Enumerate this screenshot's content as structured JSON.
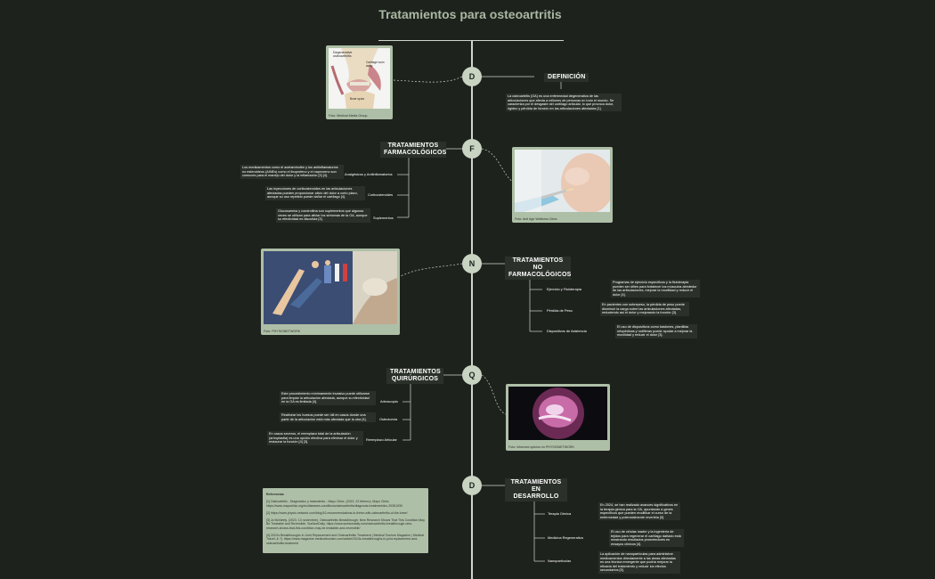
{
  "title": "Tratamientos para osteoartritis",
  "nodes": [
    "D",
    "F",
    "N",
    "Q",
    "D"
  ],
  "definition": {
    "title": "DEFINICIÓN",
    "text": "La osteoartritis (OA) es una enfermedad degenerativa de las articulaciones que afecta a millones de personas en todo el mundo. Se caracteriza por el desgaste del cartílago articular, lo que provoca dolor, rigidez y pérdida de función en las articulaciones afectadas [1].",
    "photo_caption": "Foto: Medical Media Group.",
    "photo_labels": [
      "Degenerative osteoarthritis",
      "Cartilage worn away",
      "Bone spurs"
    ]
  },
  "pharma": {
    "title": "TRATAMIENTOS FARMACOLÓGICOS",
    "items": [
      {
        "label": "Analgésicos y Antiinflamatorios",
        "text": "Los medicamentos como el acetaminofén y los antiinflamatorios no esteroideos (AINEs) como el ibuprofeno y el naproxeno son comunes para el manejo del dolor y la inflamación [3] [4]."
      },
      {
        "label": "Corticosteroides",
        "text": "Las inyecciones de corticosteroides en las articulaciones afectadas pueden proporcionar alivio del dolor a corto plazo, aunque su uso repetido puede dañar el cartílago [4]."
      },
      {
        "label": "Suplementos",
        "text": "Glucosamina y condroitina son suplementos que algunas veces se utilizan para aliviar los síntomas de la OA, aunque su efectividad es discutida [3]."
      }
    ],
    "photo_caption": "Foto: Anti Age Wellness Clinic"
  },
  "nonpharma": {
    "title": "TRATAMIENTOS NO FARMACOLÓGICOS",
    "items": [
      {
        "label": "Ejercicio y Fisioterapia",
        "text": "Programas de ejercicio específicos y la fisioterapia pueden ser útiles para fortalecer los músculos alrededor de las articulaciones, mejorar la movilidad y reducir el dolor [4]."
      },
      {
        "label": "Pérdida de Peso",
        "text": "En pacientes con sobrepeso, la pérdida de peso puede disminuir la carga sobre las articulaciones afectadas, reduciendo así el dolor y mejorando la función [3]."
      },
      {
        "label": "Dispositivos de Asistencia",
        "text": "El uso de dispositivos como bastones, plantillas ortopédicas y rodilleras puede ayudar a mejorar la movilidad y reducir el dolor [3]."
      }
    ],
    "photo_caption": "Foto: PHYSIONETWORK"
  },
  "surgical": {
    "title": "TRATAMIENTOS QUIRÚRGICOS",
    "items": [
      {
        "label": "Artroscopia",
        "text": "Este procedimiento mínimamente invasivo puede utilizarse para limpiar la articulación afectada, aunque su efectividad en la OA es limitada [4]."
      },
      {
        "label": "Osteotomía",
        "text": "Realinear los huesos puede ser útil en casos donde una parte de la articulación está más afectada que la otra [4]."
      },
      {
        "label": "Reemplazo Articular",
        "text": "En casos severos, el reemplazo total de la articulación (artroplastia) es una opción efectiva para eliminar el dolor y restaurar la función [4] [3]."
      }
    ],
    "photo_caption": "Foto: Informed opinion en PHYSIONETWORK"
  },
  "development": {
    "title": "TRATAMIENTOS EN DESARROLLO",
    "items": [
      {
        "label": "Terapia Génica",
        "text": "En 2024, se han realizado avances significativos en la terapia génica para la OA, apuntando a genes específicos que pueden modificar el curso de la enfermedad y potencialmente revertirla [5]."
      },
      {
        "label": "Medicina Regenerativa",
        "text": "El uso de células madre y la ingeniería de tejidos para regenerar el cartílago dañado está mostrando resultados prometedores en ensayos clínicos [4]."
      },
      {
        "label": "Nanopartículas",
        "text": "La aplicación de nanopartículas para administrar medicamentos directamente a las áreas afectadas es una técnica emergente que podría mejorar la eficacia del tratamiento y reducir los efectos secundarios [5]."
      }
    ]
  },
  "references": {
    "title": "Referencias",
    "items": [
      "[1] Osteoartritis - Diagnóstico y tratamiento - Mayo Clinic. (2022, 22 febrero). Mayo Clinic. https://www.mayoclinic.org/es/diseases-conditions/osteoarthritis/diagnosis-treatment/drc-20351930",
      "[2] https://www.physio-network.com/blog/10-recommendations-to-thrive-with-osteoarthritis-of-the-knee/",
      "[3] Jo McNeely. (2023, 13 noviembre). Osteoarthritis Breakthrough: New Research Shows That This Condition May Be Treatable and Reversible. SurfaceDaily. https://www.surfacedaily.com/osteoarthritis-breakthrough-new-research-shows-that-this-condition-may-be-treatable-and-reversible/",
      "[4] 2024's Breakthroughs in Joint Replacement and Osteoarthritis Treatment | Medical Tourism Magazine | Medical Travel, & ?]. https://www.magazine.medicaltourism.com/article/2024s-breakthroughs-in-joint-replacement-and-osteoarthritis-treatment"
    ]
  }
}
